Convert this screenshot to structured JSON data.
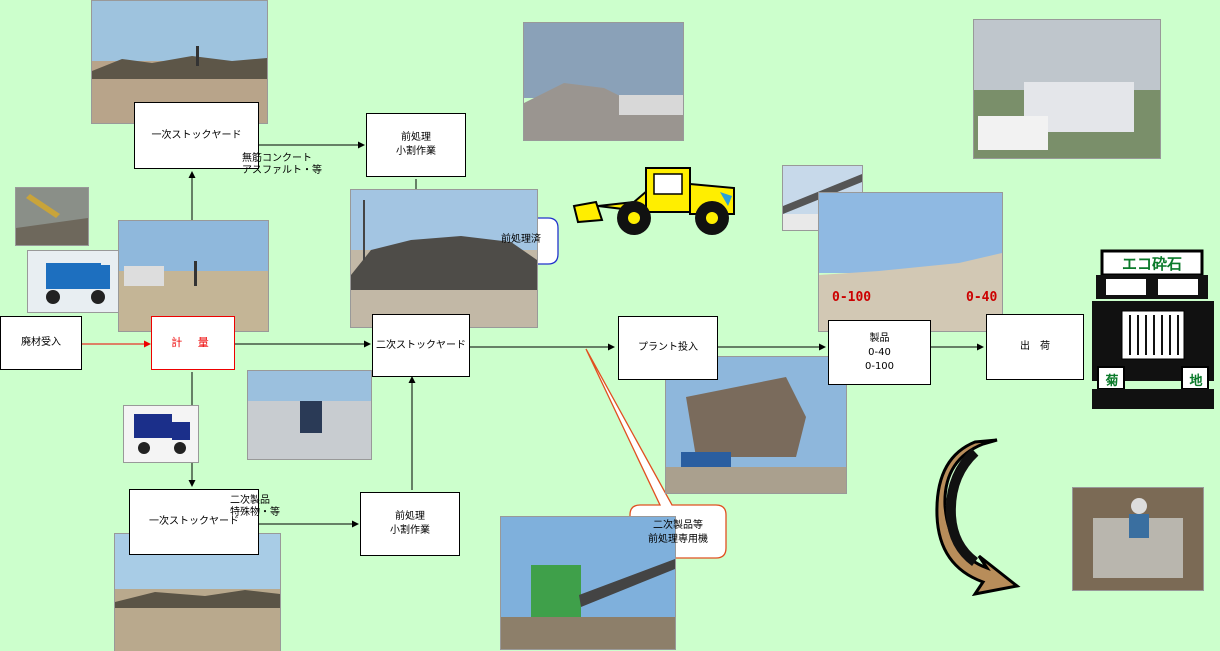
{
  "boxes": {
    "haizai": "廃材受入",
    "keiryo": "計 量",
    "stock1_top": "一次ストックヤード",
    "stock1_bottom": "一次ストックヤード",
    "pre_top": "前処理\n小割作業",
    "pre_bottom": "前処理\n小割作業",
    "stock2": "二次ストックヤード",
    "plant": "プラント投入",
    "product": "製品\n0-40\n0-100",
    "ship": "出　荷"
  },
  "labels": {
    "muken": "無筋コンクート\nアスファルト・等",
    "niji": "二次製品\n特殊物・等"
  },
  "callouts": {
    "pre_done": "前処理済",
    "special_machine": "二次製品等\n前処理専用機"
  },
  "overlays": {
    "size_a": "0-100",
    "size_b": "0-40"
  },
  "truck_sign": {
    "top": "エコ砕石",
    "left": "菊",
    "right": "地"
  },
  "colors": {
    "background": "#ccffcc",
    "measure_red": "#e00000",
    "loader_yellow": "#ffee00",
    "callout_blue": "#2233cc"
  }
}
